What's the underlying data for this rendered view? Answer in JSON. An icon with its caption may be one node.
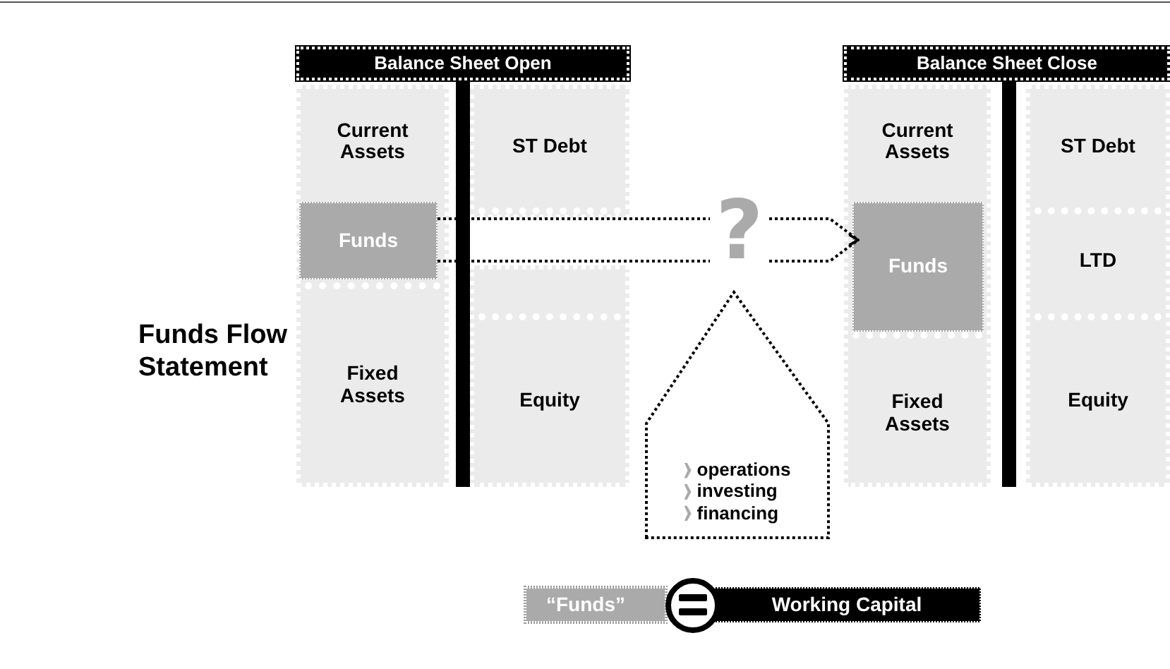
{
  "diagram": {
    "nodes": [
      {
        "text": [
          "Funds Flow Statement"
        ]
      },
      {
        "text": [
          "Balance Sheet Open"
        ]
      },
      {
        "text": [
          "Current Assets"
        ],
        "in": 1
      },
      {
        "text": [
          "Funds"
        ],
        "in": 1
      },
      {
        "text": [
          "Fixed Assets"
        ],
        "in": 1
      },
      {
        "text": [
          "ST Debt"
        ],
        "in": 1
      },
      {
        "text": [
          "Equity"
        ],
        "in": 1
      },
      {
        "text": [
          "Balance Sheet Close"
        ]
      },
      {
        "text": [
          "Current Assets"
        ],
        "in": 7
      },
      {
        "text": [
          "Funds"
        ],
        "in": 7
      },
      {
        "text": [
          "Fixed Assets"
        ],
        "in": 7
      },
      {
        "text": [
          "ST Debt"
        ],
        "in": 7
      },
      {
        "text": [
          "LTD"
        ],
        "in": 7
      },
      {
        "text": [
          "Equity"
        ],
        "in": 7
      },
      {
        "text": [
          "?"
        ]
      },
      {
        "text": [
          "operations",
          "investing",
          "financing"
        ]
      },
      {
        "text": [
          "“Funds”"
        ]
      },
      {
        "text": [
          "Working Capital"
        ]
      }
    ],
    "edges": [
      {
        "from": 3,
        "to": 14,
        "arrow": "none"
      },
      {
        "from": 14,
        "to": 9,
        "arrow": "to"
      }
    ]
  }
}
